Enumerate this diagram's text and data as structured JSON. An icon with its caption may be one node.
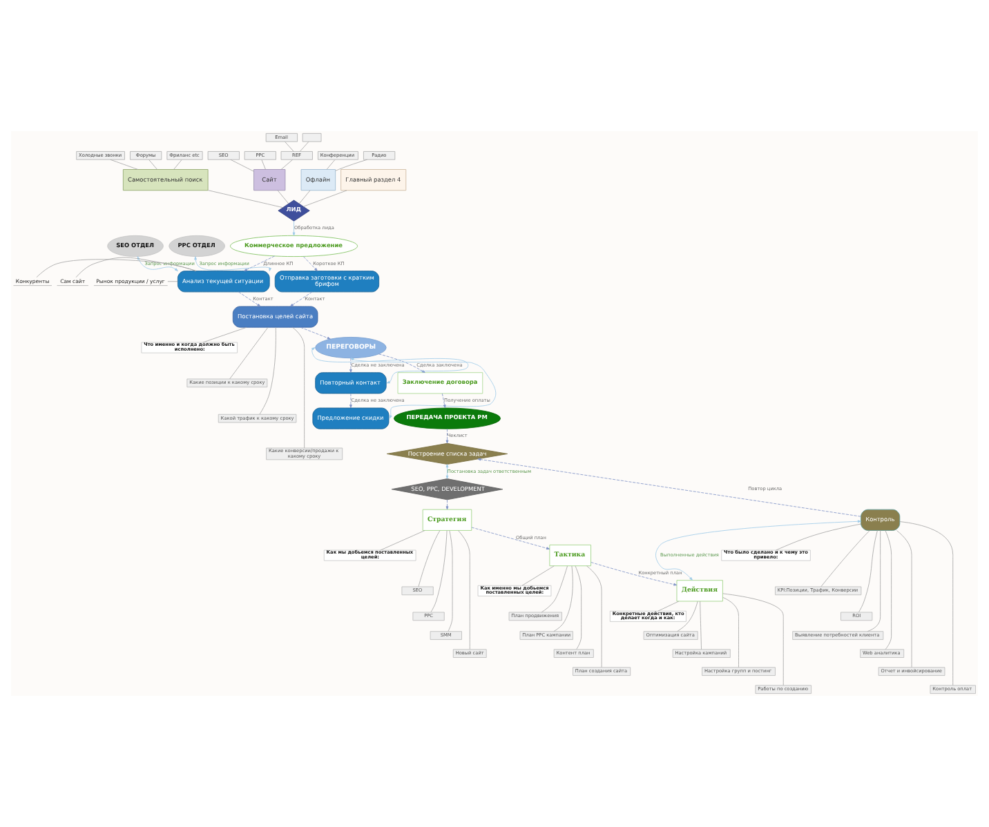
{
  "diagram": {
    "nodes": [
      {
        "text": [
          "ЛИД"
        ]
      },
      {
        "text": [
          "Самостоятельный поиск"
        ]
      },
      {
        "text": [
          "Холодные звонки"
        ]
      },
      {
        "text": [
          "Форумы"
        ]
      },
      {
        "text": [
          "Фриланс etc"
        ]
      },
      {
        "text": [
          "Сайт"
        ]
      },
      {
        "text": [
          "SEO"
        ]
      },
      {
        "text": [
          "PPC"
        ]
      },
      {
        "text": [
          "REF"
        ]
      },
      {
        "text": [
          "Email"
        ]
      },
      {
        "text": [],
        "shape": "box"
      },
      {
        "text": [
          "Офлайн"
        ]
      },
      {
        "text": [
          "Конференции"
        ]
      },
      {
        "text": [
          "Радио"
        ]
      },
      {
        "text": [
          "Главный раздел 4"
        ]
      },
      {
        "text": [
          "Коммерческое предложение"
        ]
      },
      {
        "text": [
          "Анализ текущей ситуации"
        ]
      },
      {
        "text": [
          "Конкуренты"
        ]
      },
      {
        "text": [
          "Сам сайт"
        ]
      },
      {
        "text": [
          "Рынок продукции / услуг"
        ]
      },
      {
        "text": [
          "SEO ОТДЕЛ"
        ]
      },
      {
        "text": [
          "PPC ОТДЕЛ"
        ]
      },
      {
        "text": [
          "Отправка заготовки с кратким брифом"
        ]
      },
      {
        "text": [
          "Постановка целей сайта"
        ]
      },
      {
        "text": [
          "Что именно и когда должно быть исполнено:"
        ]
      },
      {
        "text": [
          "Какие позиции к какому сроку"
        ]
      },
      {
        "text": [
          "Какой трафик к какому сроку"
        ]
      },
      {
        "text": [
          "Какие конверсии/продажи к какому сроку"
        ]
      },
      {
        "text": [
          "ПЕРЕГОВОРЫ"
        ]
      },
      {
        "text": [
          "Повторный контакт"
        ]
      },
      {
        "text": [
          "Предложение скидки"
        ]
      },
      {
        "text": [
          "Заключение договора"
        ]
      },
      {
        "text": [
          "ПЕРЕДАЧА ПРОЕКТА PM"
        ]
      },
      {
        "text": [
          "Построение списка задач"
        ]
      },
      {
        "text": [
          "SEO, PPC, DEVELOPMENT"
        ]
      },
      {
        "text": [
          "Стратегия"
        ]
      },
      {
        "text": [
          "Как мы добьемся поставленных целей:"
        ]
      },
      {
        "text": [
          "SEO"
        ]
      },
      {
        "text": [
          "PPC"
        ]
      },
      {
        "text": [
          "SMM"
        ]
      },
      {
        "text": [
          "Новый сайт"
        ]
      },
      {
        "text": [
          "Тактика"
        ]
      },
      {
        "text": [
          "Как именно мы добьемся поставленных целей:"
        ]
      },
      {
        "text": [
          "План продвижения"
        ]
      },
      {
        "text": [
          "План PPC кампании"
        ]
      },
      {
        "text": [
          "Контент план"
        ]
      },
      {
        "text": [
          "План создания сайта"
        ]
      },
      {
        "text": [
          "Действия"
        ]
      },
      {
        "text": [
          "Конкретные действия, кто делает когда и как:"
        ]
      },
      {
        "text": [
          "Оптимизация сайта"
        ]
      },
      {
        "text": [
          "Настройка кампаний"
        ]
      },
      {
        "text": [
          "Настройка групп и постинг"
        ]
      },
      {
        "text": [
          "Работы по созданию"
        ]
      },
      {
        "text": [
          "Контроль"
        ]
      },
      {
        "text": [
          "Что было сделано и к чему это привело:"
        ]
      },
      {
        "text": [
          "KPI:Позиции, Трафик, Конверсии"
        ]
      },
      {
        "text": [
          "ROI"
        ]
      },
      {
        "text": [
          "Выявление потребностей клиента"
        ]
      },
      {
        "text": [
          "Web аналитика"
        ]
      },
      {
        "text": [
          "Отчет и инвойсирование"
        ]
      },
      {
        "text": [
          "Контроль оплат"
        ]
      }
    ],
    "edges": [
      {
        "from": 1,
        "to": 0,
        "arrow": "none"
      },
      {
        "from": 2,
        "to": 1,
        "arrow": "none"
      },
      {
        "from": 3,
        "to": 1,
        "arrow": "none"
      },
      {
        "from": 4,
        "to": 1,
        "arrow": "none"
      },
      {
        "from": 5,
        "to": 0,
        "arrow": "none"
      },
      {
        "from": 6,
        "to": 5,
        "arrow": "none"
      },
      {
        "from": 7,
        "to": 5,
        "arrow": "none"
      },
      {
        "from": 8,
        "to": 5,
        "arrow": "none"
      },
      {
        "from": 9,
        "to": 8,
        "arrow": "none"
      },
      {
        "from": 10,
        "to": 8,
        "arrow": "none"
      },
      {
        "from": 11,
        "to": 0,
        "arrow": "none"
      },
      {
        "from": 12,
        "to": 11,
        "arrow": "none"
      },
      {
        "from": 13,
        "to": 11,
        "arrow": "none"
      },
      {
        "from": 14,
        "to": 0,
        "arrow": "none"
      },
      {
        "from": 0,
        "to": 15,
        "arrow": "to",
        "label": "Обработка лида",
        "color": "#9fcbe8"
      },
      {
        "from": 15,
        "to": 16,
        "arrow": "to",
        "label": "Длинное КП",
        "style": "dashed",
        "color": "#7f93c6"
      },
      {
        "from": 15,
        "to": 22,
        "arrow": "to",
        "label": "Короткое КП",
        "style": "dashed",
        "color": "#7f93c6"
      },
      {
        "from": 16,
        "to": 20,
        "arrow": "both",
        "label": "Запрос информации",
        "color": "#9fcbe8"
      },
      {
        "from": 16,
        "to": 21,
        "arrow": "both",
        "label": "Запрос информации",
        "color": "#9fcbe8"
      },
      {
        "from": 17,
        "to": 16,
        "arrow": "none"
      },
      {
        "from": 18,
        "to": 16,
        "arrow": "none"
      },
      {
        "from": 19,
        "to": 16,
        "arrow": "none"
      },
      {
        "from": 16,
        "to": 23,
        "arrow": "to",
        "label": "Контакт",
        "style": "dashed",
        "color": "#7f93c6"
      },
      {
        "from": 22,
        "to": 23,
        "arrow": "to",
        "label": "Контакт",
        "style": "dashed",
        "color": "#7f93c6"
      },
      {
        "from": 23,
        "to": 24,
        "arrow": "none"
      },
      {
        "from": 23,
        "to": 25,
        "arrow": "none"
      },
      {
        "from": 23,
        "to": 26,
        "arrow": "none"
      },
      {
        "from": 23,
        "to": 27,
        "arrow": "none"
      },
      {
        "from": 23,
        "to": 28,
        "arrow": "to",
        "style": "dashed",
        "color": "#7f93c6"
      },
      {
        "from": 28,
        "to": 29,
        "arrow": "to",
        "label": "Сделка не заключена",
        "style": "dashed",
        "color": "#7f93c6"
      },
      {
        "from": 29,
        "to": 30,
        "arrow": "to",
        "label": "Сделка не заключена",
        "style": "dashed",
        "color": "#7f93c6"
      },
      {
        "from": 29,
        "to": 28,
        "arrow": "both",
        "color": "#9fcbe8"
      },
      {
        "from": 30,
        "to": 28,
        "arrow": "both",
        "color": "#9fcbe8"
      },
      {
        "from": 28,
        "to": 31,
        "arrow": "to",
        "label": "Сделка заключена",
        "style": "dashed",
        "color": "#7f93c6"
      },
      {
        "from": 31,
        "to": 32,
        "arrow": "to",
        "label": "Получение оплаты",
        "style": "dashed",
        "color": "#7f93c6"
      },
      {
        "from": 32,
        "to": 33,
        "arrow": "to",
        "label": "Чеклист",
        "style": "dashed",
        "color": "#7f93c6"
      },
      {
        "from": 33,
        "to": 34,
        "arrow": "both",
        "label": "Постановка задач ответственным",
        "color": "#9fcbe8"
      },
      {
        "from": 34,
        "to": 35,
        "arrow": "to",
        "style": "dashed",
        "color": "#7f93c6"
      },
      {
        "from": 35,
        "to": 36,
        "arrow": "none"
      },
      {
        "from": 35,
        "to": 37,
        "arrow": "none"
      },
      {
        "from": 35,
        "to": 38,
        "arrow": "none"
      },
      {
        "from": 35,
        "to": 39,
        "arrow": "none"
      },
      {
        "from": 35,
        "to": 40,
        "arrow": "none"
      },
      {
        "from": 35,
        "to": 41,
        "arrow": "to",
        "label": "Общий план",
        "style": "dashed",
        "color": "#7f93c6"
      },
      {
        "from": 41,
        "to": 42,
        "arrow": "none"
      },
      {
        "from": 41,
        "to": 43,
        "arrow": "none"
      },
      {
        "from": 41,
        "to": 44,
        "arrow": "none"
      },
      {
        "from": 41,
        "to": 45,
        "arrow": "none"
      },
      {
        "from": 41,
        "to": 46,
        "arrow": "none"
      },
      {
        "from": 41,
        "to": 47,
        "arrow": "to",
        "label": "Конкретный план",
        "style": "dashed",
        "color": "#7f93c6"
      },
      {
        "from": 47,
        "to": 48,
        "arrow": "none"
      },
      {
        "from": 47,
        "to": 49,
        "arrow": "none"
      },
      {
        "from": 47,
        "to": 50,
        "arrow": "none"
      },
      {
        "from": 47,
        "to": 51,
        "arrow": "none"
      },
      {
        "from": 47,
        "to": 52,
        "arrow": "none"
      },
      {
        "from": 47,
        "to": 53,
        "arrow": "both",
        "label": "Выполненные действия",
        "color": "#9fcbe8"
      },
      {
        "from": 53,
        "to": 33,
        "arrow": "to",
        "label": "Повтор цикла",
        "style": "dashed",
        "color": "#7f93c6"
      },
      {
        "from": 53,
        "to": 54,
        "arrow": "none"
      },
      {
        "from": 53,
        "to": 55,
        "arrow": "none"
      },
      {
        "from": 53,
        "to": 56,
        "arrow": "none"
      },
      {
        "from": 53,
        "to": 57,
        "arrow": "none"
      },
      {
        "from": 53,
        "to": 58,
        "arrow": "none"
      },
      {
        "from": 53,
        "to": 59,
        "arrow": "none"
      },
      {
        "from": 53,
        "to": 60,
        "arrow": "none"
      }
    ]
  }
}
